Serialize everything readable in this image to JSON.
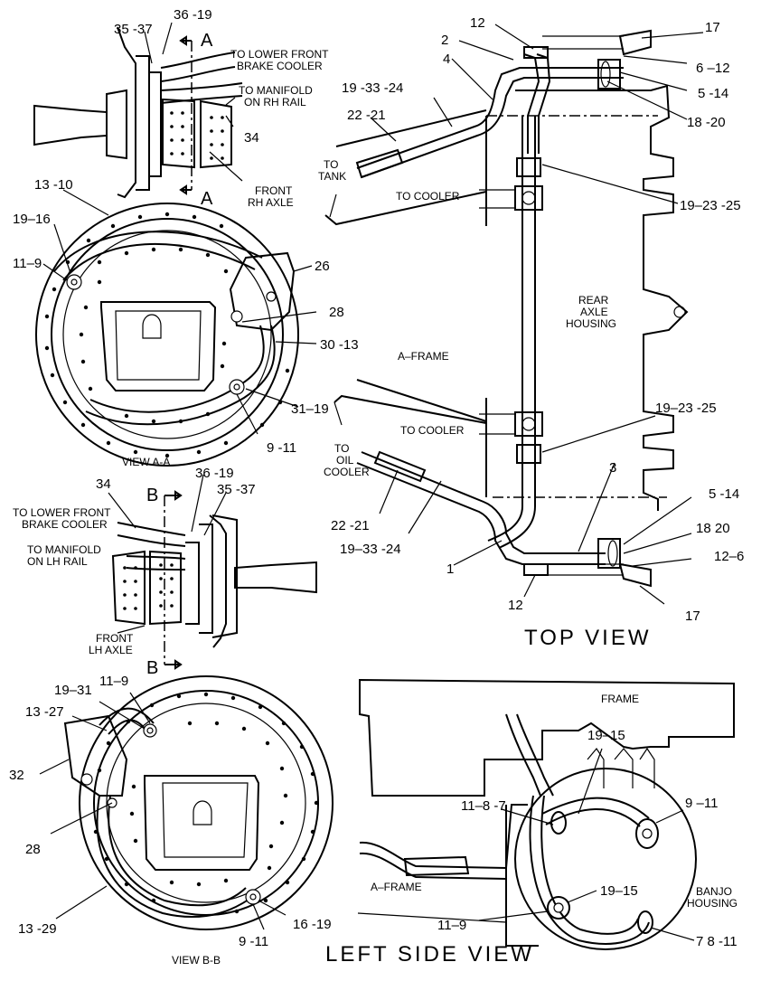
{
  "section_marks": {
    "a_top": "A",
    "a_bottom": "A",
    "b_top": "B",
    "b_bottom": "B"
  },
  "view_titles": {
    "top_view": "TOP VIEW",
    "left_side_view": "LEFT SIDE VIEW",
    "view_a_a": "VIEW A-A",
    "view_b_b": "VIEW B-B"
  },
  "notes": {
    "rh_brake_cooler": [
      "TO LOWER FRONT",
      "BRAKE COOLER"
    ],
    "rh_manifold": [
      "TO MANIFOLD",
      "ON RH RAIL"
    ],
    "front_rh_axle": [
      "FRONT",
      "RH AXLE"
    ],
    "lh_brake_cooler": [
      "TO LOWER FRONT",
      "BRAKE COOLER"
    ],
    "lh_manifold": [
      "TO MANIFOLD",
      "ON LH RAIL"
    ],
    "front_lh_axle": [
      "FRONT",
      "LH AXLE"
    ],
    "to_tank": [
      "TO",
      "TANK"
    ],
    "to_cooler_upper": "TO COOLER",
    "to_cooler_lower": "TO COOLER",
    "to_oil_cooler": [
      "TO",
      "OIL",
      "COOLER"
    ],
    "rear_axle_housing": [
      "REAR",
      "AXLE",
      "HOUSING"
    ],
    "a_frame_top": "A–FRAME",
    "frame": "FRAME",
    "a_frame_side": "A–FRAME",
    "banjo_housing": [
      "BANJO",
      "HOUSING"
    ]
  },
  "callouts": {
    "c35_37_a": "35 -37",
    "c36_19_a": "36 -19",
    "c34_a": "34",
    "c13_10": "13 -10",
    "c19_16": "19–16",
    "c11_9_a": "11–9",
    "c26": "26",
    "c28_a": "28",
    "c30_13": "30 -13",
    "c31_19": "31–19",
    "c9_11_a": "9 -11",
    "c34_b": "34",
    "c36_19_b": "36 -19",
    "c35_37_b": "35 -37",
    "c19_31": "19–31",
    "c11_9_b": "11–9",
    "c13_27": "13 -27",
    "c32": "32",
    "c28_b": "28",
    "c13_29": "13 -29",
    "c16_19": "16 -19",
    "c9_11_b": "9 -11",
    "c12_top": "12",
    "c17_top": "17",
    "c2": "2",
    "c4": "4",
    "c6_12": "6 –12",
    "c5_14_top": "5 -14",
    "c18_20_top": "18 -20",
    "c19_33_24_top": "19 -33 -24",
    "c22_21_top": "22 -21",
    "c19_23_25_top": "19–23 -25",
    "c19_23_25_bot": "19–23 -25",
    "c3": "3",
    "c5_14_bot": "5 -14",
    "c18_20_bot": "18  20",
    "c12_6": "12–6",
    "c12_bot": "12",
    "c17_bot": "17",
    "c1": "1",
    "c22_21_bot": "22 -21",
    "c19_33_24_bot": "19–33 -24",
    "c19_15_top": "19–15",
    "c11_8_7": "11–8 -7",
    "c9_11_side": "9 –11",
    "c19_15_bot": "19–15",
    "c11_9_side": "11–9",
    "c7_8_11": "7 8  -11"
  }
}
